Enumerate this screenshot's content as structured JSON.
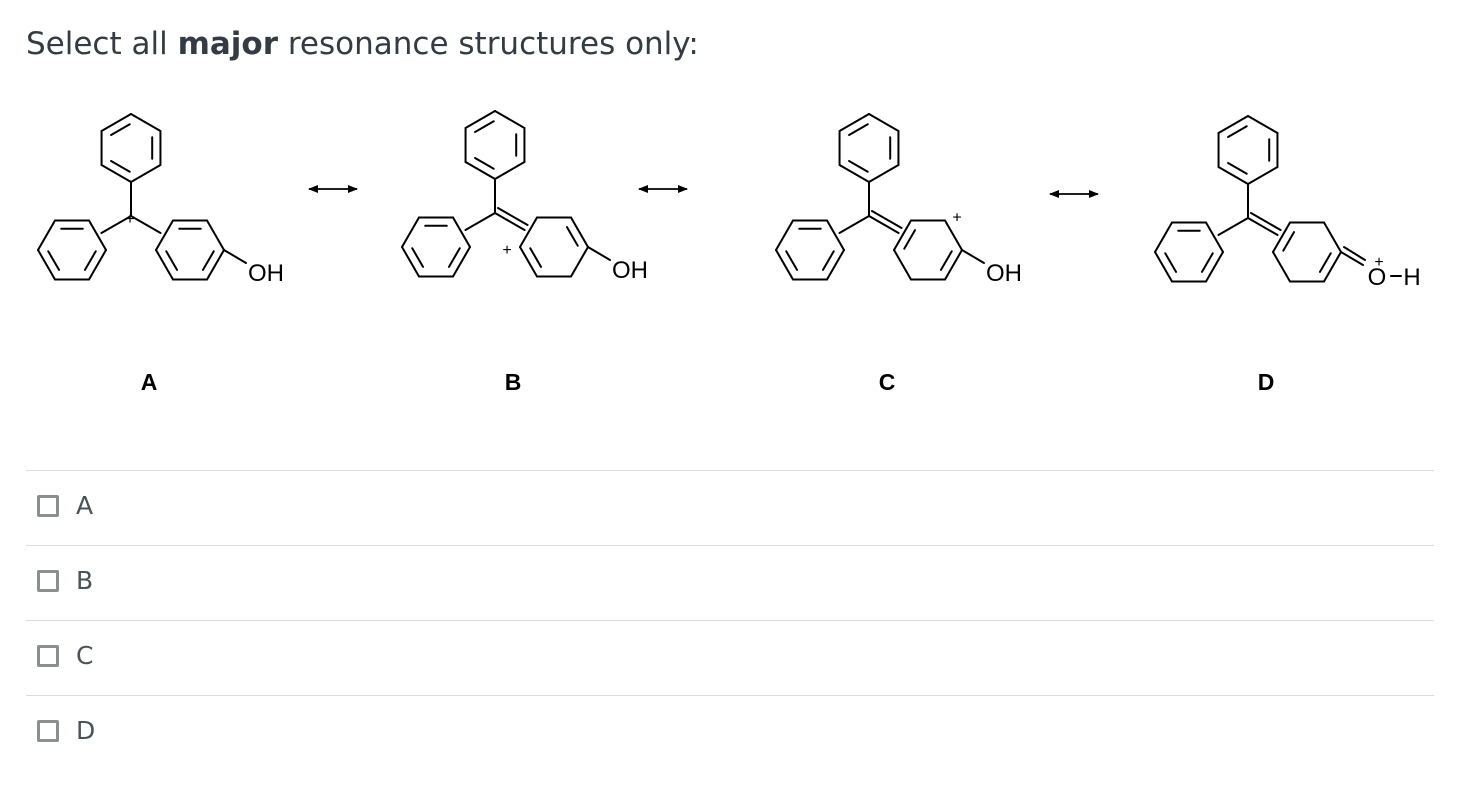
{
  "question": {
    "prefix": "Select all ",
    "emphasis": "major",
    "suffix": " resonance structures only:"
  },
  "structures": [
    {
      "label": "A",
      "substituent": "OH"
    },
    {
      "label": "B",
      "substituent": "OH"
    },
    {
      "label": "C",
      "substituent": "OH"
    },
    {
      "label": "D",
      "substituent_atoms": [
        "O",
        "H"
      ]
    }
  ],
  "charge_symbol": "+",
  "choices": [
    {
      "label": "A",
      "checked": false
    },
    {
      "label": "B",
      "checked": false
    },
    {
      "label": "C",
      "checked": false
    },
    {
      "label": "D",
      "checked": false
    }
  ]
}
